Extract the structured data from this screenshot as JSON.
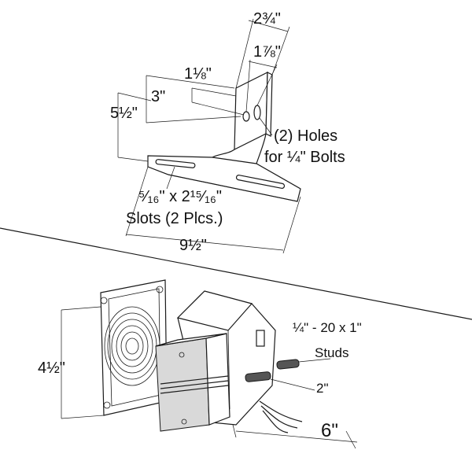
{
  "top_view": {
    "dim_width_top": "2¾\"",
    "dim_hole_spacing": "1⅞\"",
    "dim_hole_offset": "1⅛\"",
    "dim_height_inner": "3\"",
    "dim_height_total": "5½\"",
    "holes_note_line1": "(2) Holes",
    "holes_note_line2": "for ¼\" Bolts",
    "slots_note_line1": "⁵⁄₁₆\" x 2¹⁵⁄₁₆\"",
    "slots_note_line2": "Slots (2 Plcs.)",
    "dim_width_bottom": "9½\""
  },
  "bottom_view": {
    "dim_height": "4½\"",
    "studs_note_line1": "¼\" - 20 x 1\"",
    "studs_note_line2": "Studs",
    "dim_stud_spacing": "2\"",
    "dim_depth": "6\""
  }
}
